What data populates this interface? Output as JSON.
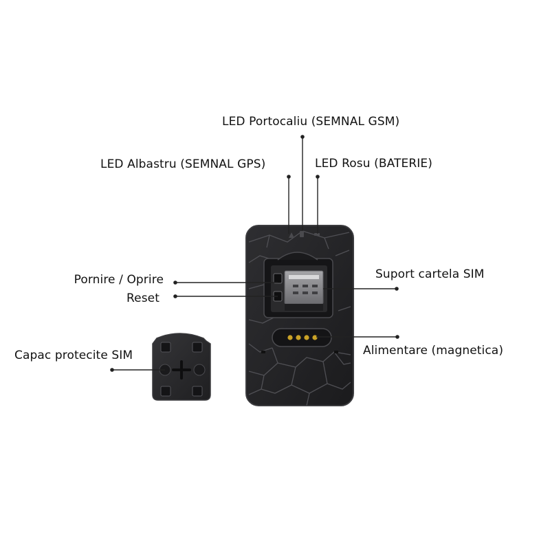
{
  "labels": {
    "led_orange": "LED Portocaliu (SEMNAL GSM)",
    "led_blue": "LED Albastru (SEMNAL GPS)",
    "led_red": "LED Rosu (BATERIE)",
    "power": "Pornire / Oprire",
    "reset": "Reset",
    "sim_holder": "Suport cartela SIM",
    "charging": "Alimentare (magnetica)",
    "sim_cover": "Capac protecite SIM"
  },
  "colors": {
    "device_body": "#232325",
    "device_edge": "#3a3a3d",
    "crack_lines": "#5a5a5e",
    "callout_line": "#222222",
    "pin_gold": "#c9a227",
    "sim_tray": "#8d8d90",
    "cover_body": "#2a2a2c"
  }
}
